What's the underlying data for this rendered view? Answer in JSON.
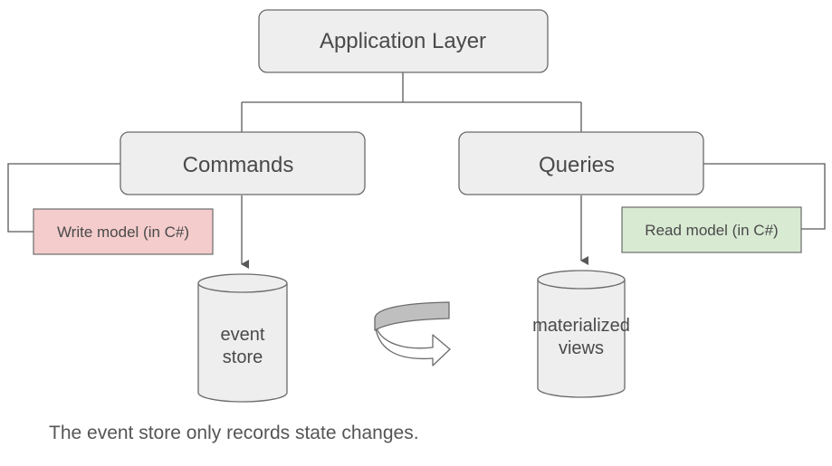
{
  "nodes": {
    "app_layer": "Application Layer",
    "commands": "Commands",
    "queries": "Queries",
    "write_model": "Write model (in C#)",
    "read_model": "Read model (in C#)",
    "event_store_line1": "event",
    "event_store_line2": "store",
    "views_line1": "materialized",
    "views_line2": "views"
  },
  "caption": "The event store only records state changes.",
  "colors": {
    "box_fill": "#eeeeee",
    "box_stroke": "#6b6b6b",
    "write_fill": "#f4cccc",
    "read_fill": "#d9ead3",
    "line": "#595959",
    "arrow_top": "#bfbfbf"
  },
  "icons": {
    "sync": "curved-arrow-icon"
  }
}
